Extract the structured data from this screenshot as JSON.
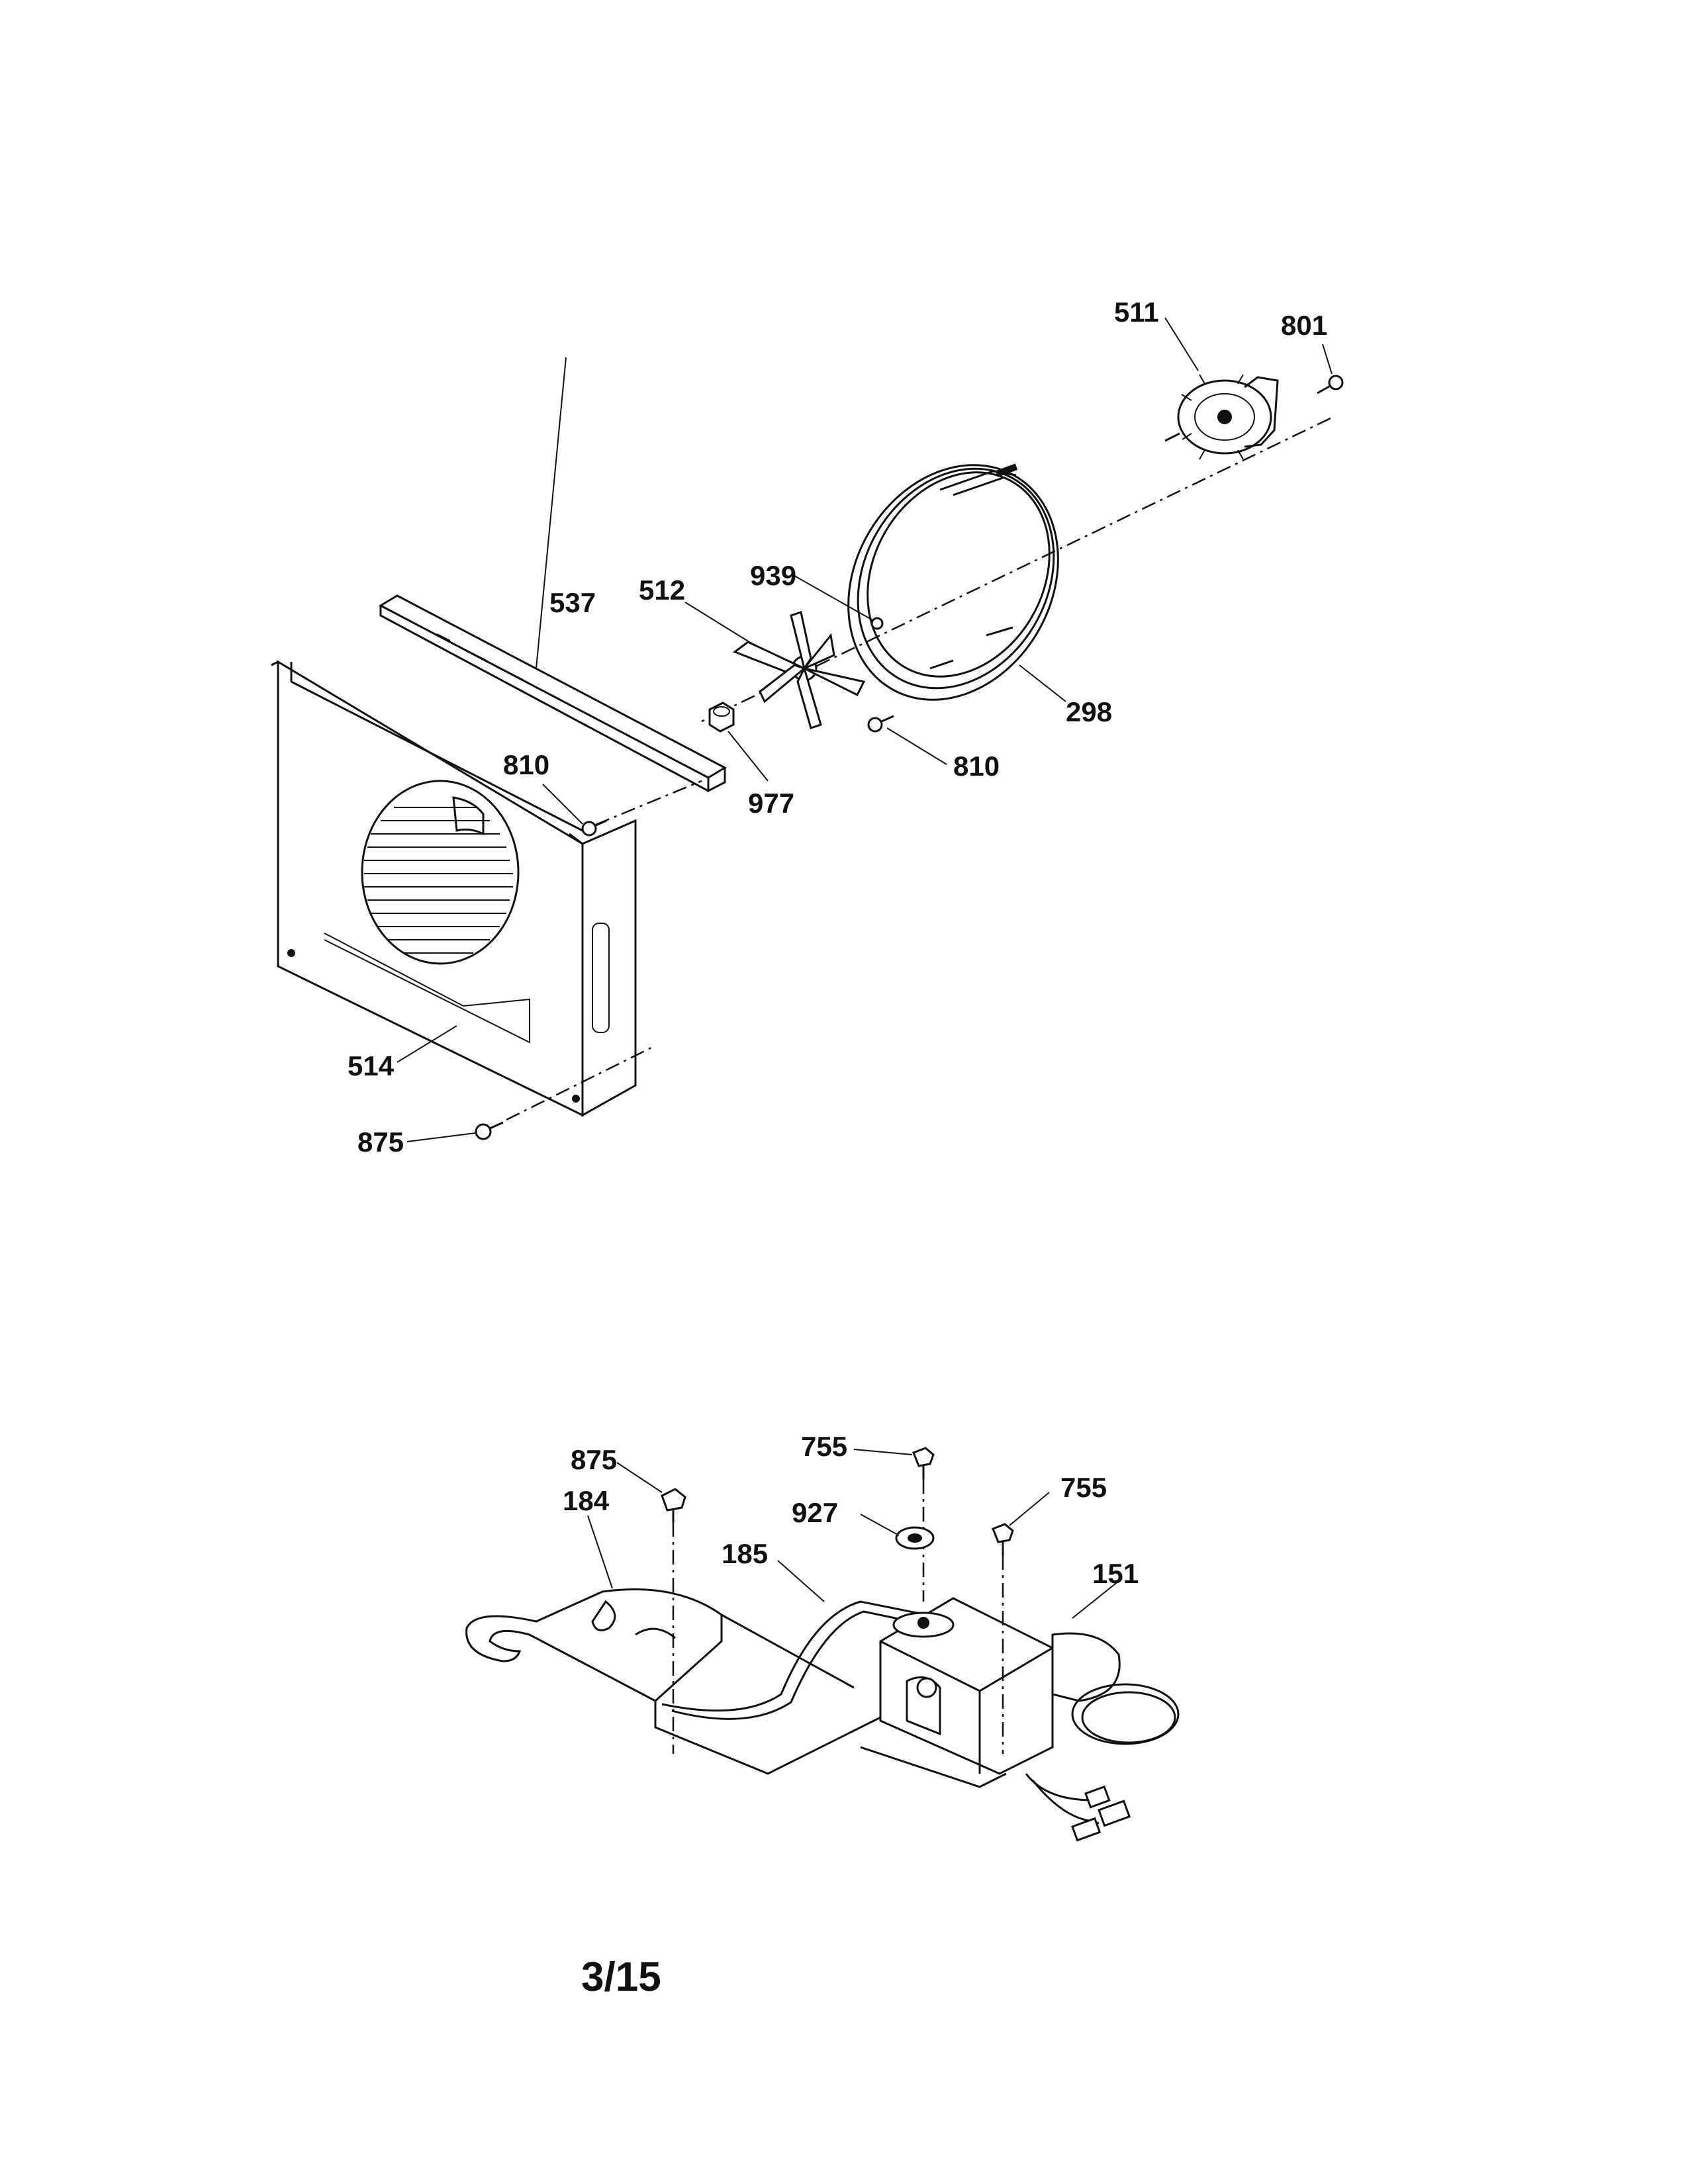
{
  "parts": {
    "p511": "511",
    "p801": "801",
    "p537": "537",
    "p512": "512",
    "p939": "939",
    "p810a": "810",
    "p810b": "810",
    "p977": "977",
    "p298": "298",
    "p514": "514",
    "p875a": "875",
    "p875b": "875",
    "p755a": "755",
    "p755b": "755",
    "p927": "927",
    "p184": "184",
    "p185": "185",
    "p151": "151"
  },
  "page_number": "3/15"
}
